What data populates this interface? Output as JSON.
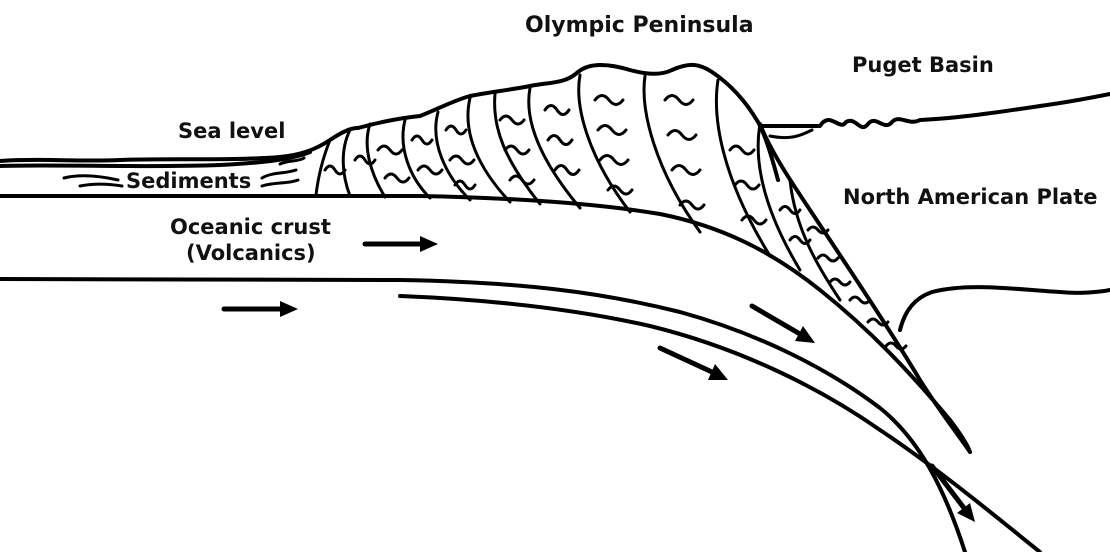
{
  "labels": {
    "olympic_peninsula": "Olympic Peninsula",
    "puget_basin": "Puget Basin",
    "sea_level": "Sea level",
    "sediments": "Sediments",
    "north_american_plate": "North American Plate",
    "oceanic_crust_line1": "Oceanic crust",
    "oceanic_crust_line2": "(Volcanics)"
  },
  "icons": [
    "motion-arrow-icon"
  ],
  "colors": {
    "ink": "#000000",
    "background": "#ffffff"
  }
}
